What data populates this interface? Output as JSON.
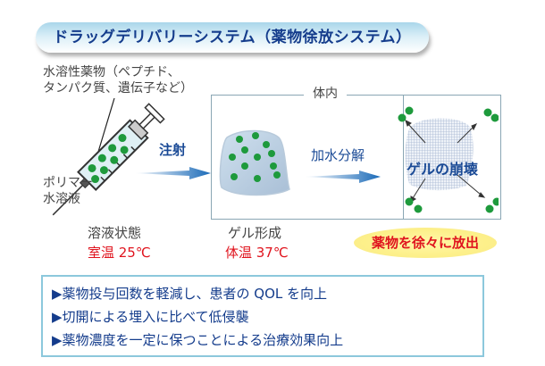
{
  "title": "ドラッグデリバリーシステム（薬物徐放システム）",
  "syringe": {
    "drug_label_line1": "水溶性薬物（ペプチド、",
    "drug_label_line2": "タンパク質、遺伝子など）",
    "polymer_label_line1": "ポリマー",
    "polymer_label_line2": "水溶液",
    "state_label": "溶液状態",
    "temp_label": "室温 25℃"
  },
  "injection_arrow_label": "注射",
  "body_region_label": "体内",
  "gel": {
    "state_label": "ゲル形成",
    "temp_label": "体温 37℃"
  },
  "hydrolysis_arrow_label": "加水分解",
  "collapse": {
    "label": "ゲルの崩壊"
  },
  "release_label": "薬物を徐々に放出",
  "benefits": [
    "▶薬物投与回数を軽減し、患者の QOL を向上",
    "▶切開による埋入に比べて低侵襲",
    "▶薬物濃度を一定に保つことによる治療効果向上"
  ],
  "colors": {
    "title_text": "#143c8c",
    "accent_red": "#e0141e",
    "drug_green": "#1e9a3c",
    "arrow_blue": "#1a6ab8"
  }
}
